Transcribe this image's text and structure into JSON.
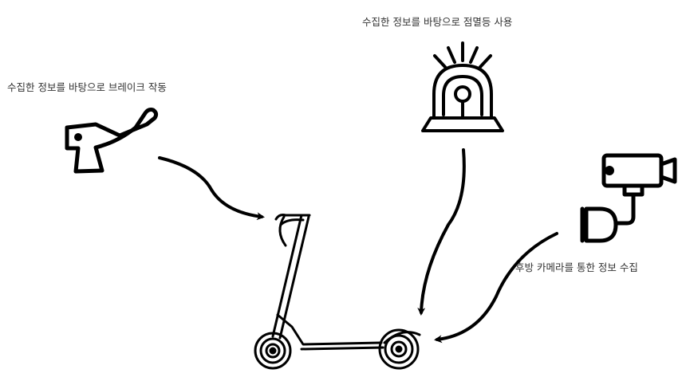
{
  "labels": {
    "brake": "수집한 정보를 바탕으로 브레이크 작동",
    "warning_light": "수집한 정보를 바탕으로 점멸등 사용",
    "rear_camera": "후방 카메라를 통한 정보 수집"
  },
  "icons": {
    "brake": "brake-lever-icon",
    "warning_light": "warning-light-icon",
    "camera": "rear-camera-icon",
    "scooter": "electric-scooter-icon"
  },
  "colors": {
    "ink": "#000000",
    "text": "#333333"
  }
}
